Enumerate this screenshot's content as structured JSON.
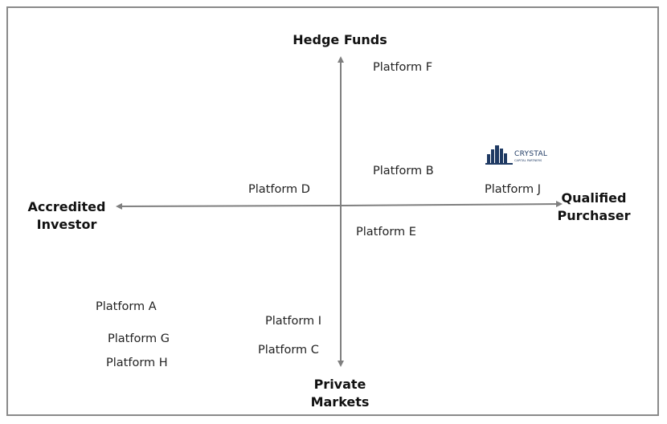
{
  "axes": {
    "top": "Hedge Funds",
    "bottom": "Private\nMarkets",
    "left": "Accredited\nInvestor",
    "right": "Qualified\nPurchaser"
  },
  "platforms": {
    "a": "Platform A",
    "b": "Platform B",
    "c": "Platform C",
    "d": "Platform D",
    "e": "Platform E",
    "f": "Platform F",
    "g": "Platform G",
    "h": "Platform H",
    "i": "Platform I",
    "j": "Platform J"
  },
  "logo": {
    "name": "CRYSTAL",
    "tagline": "CAPITAL PARTNERS",
    "icon": "building-columns-icon"
  },
  "colors": {
    "axis": "#7f7f7f",
    "logo": "#1f3a63",
    "frame": "#8a8a8a"
  }
}
